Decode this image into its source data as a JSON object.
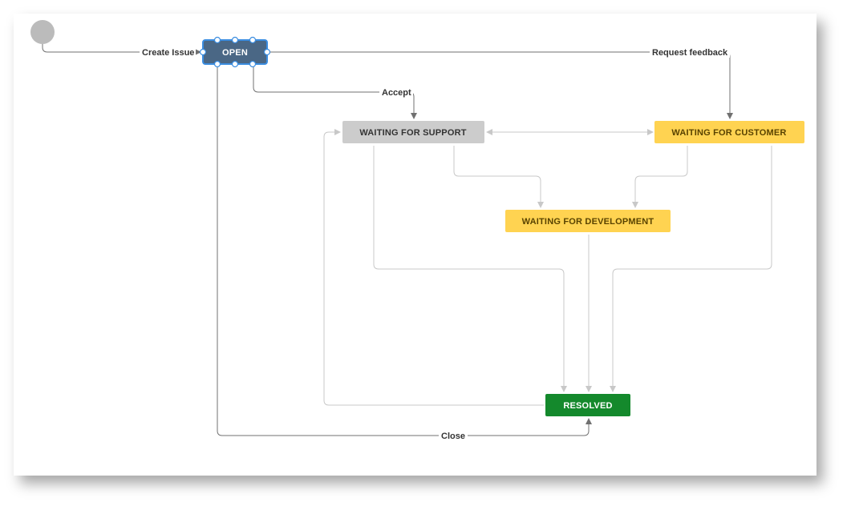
{
  "colors": {
    "open_fill": "#4a6785",
    "open_selection": "#3b8de0",
    "support_fill": "#cccccc",
    "support_text": "#333333",
    "customer_fill": "#ffd351",
    "customer_text": "#594300",
    "development_fill": "#ffd351",
    "development_text": "#594300",
    "resolved_fill": "#14892c",
    "resolved_text": "#ffffff",
    "start_fill": "#bbbbbb",
    "edge_dark": "#707070",
    "edge_light": "#c8c8c8"
  },
  "statuses": {
    "open": "OPEN",
    "waiting_support": "WAITING FOR SUPPORT",
    "waiting_customer": "WAITING FOR CUSTOMER",
    "waiting_development": "WAITING FOR DEVELOPMENT",
    "resolved": "RESOLVED"
  },
  "transitions": {
    "create_issue": "Create Issue",
    "request_feedback": "Request feedback",
    "accept": "Accept",
    "close": "Close"
  }
}
